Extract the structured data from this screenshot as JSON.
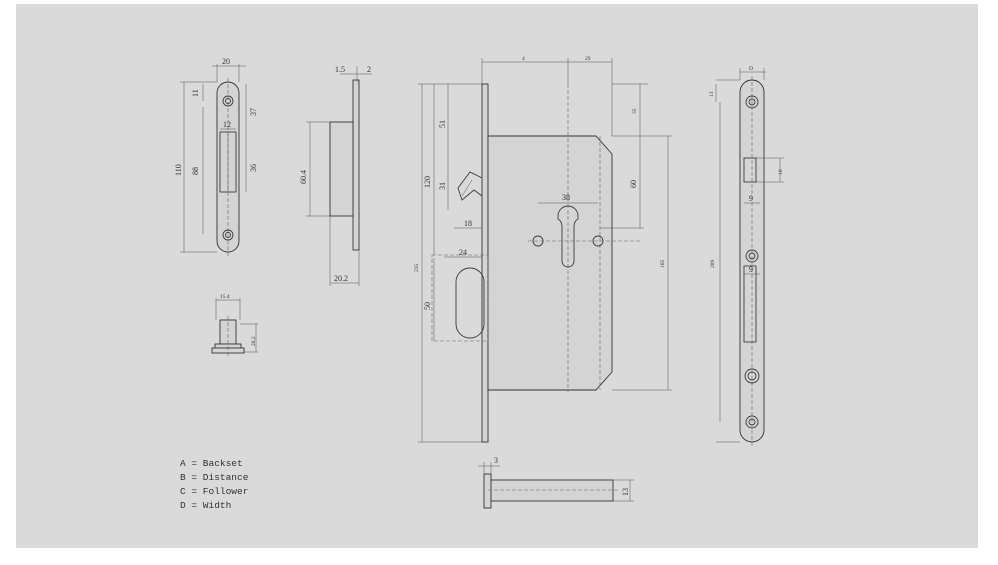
{
  "dims": {
    "fp_width": "20",
    "fp_total": "110",
    "fp_slot_height": "88",
    "fp_top": "11",
    "fp_slot_width": "12",
    "fp_upper": "37",
    "fp_lower": "36",
    "side_thk_a": "1.5",
    "side_thk_b": "2",
    "side_height": "60.4",
    "side_depth": "20.2",
    "follower_a": "15.4",
    "follower_b": "28.2",
    "main_backset": "4",
    "main_b29": "29",
    "main_upper": "51",
    "main_upper2": "120",
    "main_31": "31",
    "main_18": "18",
    "main_total": "235",
    "main_24": "24",
    "main_50": "50",
    "main_38": "38",
    "main_35": "35",
    "main_60": "60",
    "main_165": "165",
    "spindle_3": "3",
    "spindle_13": "13",
    "strike_D": "D",
    "strike_13": "13",
    "strike_16": "16",
    "strike_9a": "9",
    "strike_209": "209",
    "strike_9b": "9"
  },
  "legend": [
    "A = Backset",
    "B = Distance",
    "C = Follower",
    "D = Width"
  ]
}
